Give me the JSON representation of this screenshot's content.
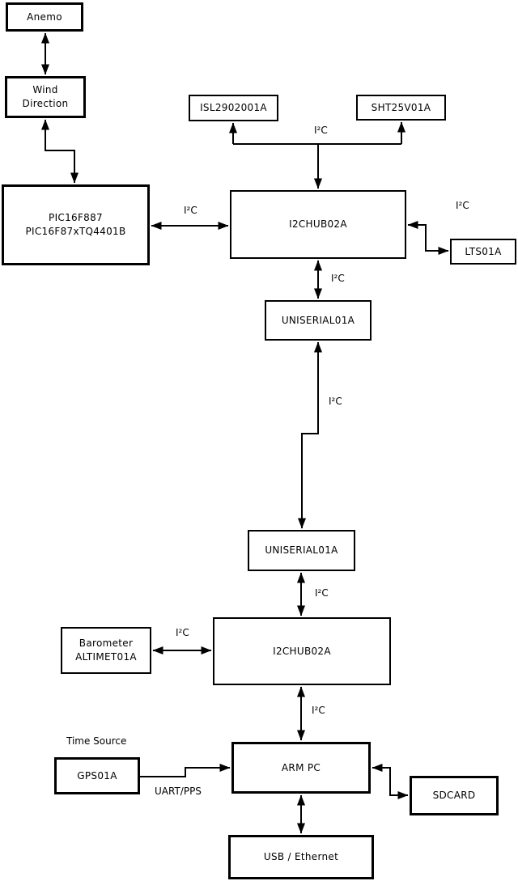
{
  "diagram": {
    "kind": "hardware-block-diagram",
    "nodes": {
      "anemo": {
        "label": "Anemo"
      },
      "wind_direction": {
        "line1": "Wind",
        "line2": "Direction"
      },
      "pic": {
        "line1": "PIC16F887",
        "line2": "PIC16F87xTQ4401B"
      },
      "isl": {
        "label": "ISL2902001A"
      },
      "sht": {
        "label": "SHT25V01A"
      },
      "i2chub_1": {
        "label": "I2CHUB02A"
      },
      "lts": {
        "label": "LTS01A"
      },
      "uniserial_1": {
        "label": "UNISERIAL01A"
      },
      "uniserial_2": {
        "label": "UNISERIAL01A"
      },
      "barometer": {
        "line1": "Barometer",
        "line2": "ALTIMET01A"
      },
      "i2chub_2": {
        "label": "I2CHUB02A"
      },
      "gps": {
        "label": "GPS01A"
      },
      "arm_pc": {
        "label": "ARM PC"
      },
      "sdcard": {
        "label": "SDCARD"
      },
      "usb_ethernet": {
        "label": "USB / Ethernet"
      }
    },
    "edge_labels": {
      "i2c": "I²C",
      "uart_pps": "UART/PPS"
    },
    "annotations": {
      "time_source": "Time Source"
    },
    "colors": {
      "background": "#ffffff",
      "line": "#000000",
      "box_border": "#000000",
      "text": "#000000"
    }
  }
}
